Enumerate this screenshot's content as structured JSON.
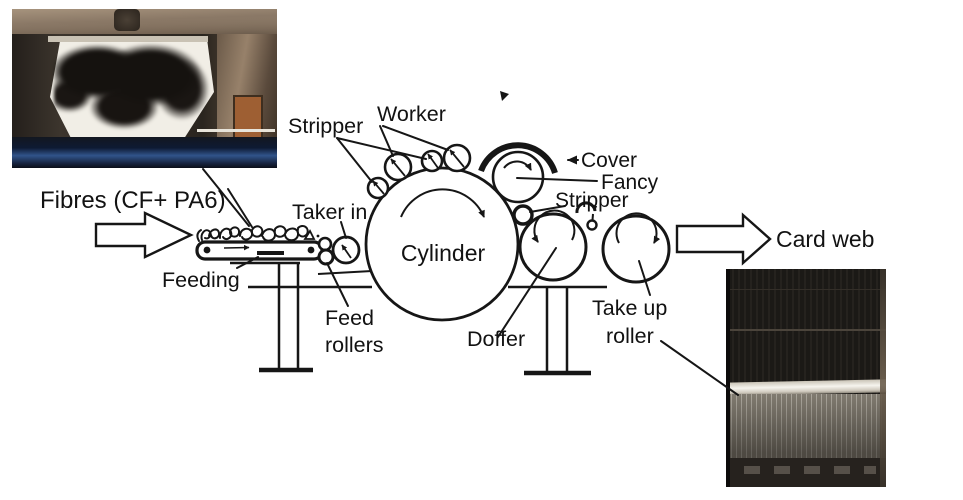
{
  "labels": {
    "fibres": "Fibres (CF+ PA6)",
    "stripper_top": "Stripper",
    "worker": "Worker",
    "taker_in": "Taker in",
    "feeding": "Feeding",
    "feed_rollers": {
      "line1": "Feed",
      "line2": "rollers"
    },
    "cylinder": "Cylinder",
    "cover": "Cover",
    "fancy": "Fancy",
    "stripper_right": "Stripper",
    "doffer": "Doffer",
    "take_up_roller": {
      "line1": "Take up",
      "line2": "roller"
    },
    "card_web": "Card web"
  },
  "colors": {
    "background": "#ffffff",
    "line": "#161616",
    "photo_metal": "#8a7866",
    "photo_sheet": "#f1eee6",
    "photo_fibre_mass": "#15120f",
    "photo_blue_roller": "#31548a",
    "photo_dark": "#1b1916",
    "photo_web_gray": "#8f897d",
    "photo_white_bar": "#f6f4ee",
    "photo_orange_box": "#9e5f33"
  }
}
